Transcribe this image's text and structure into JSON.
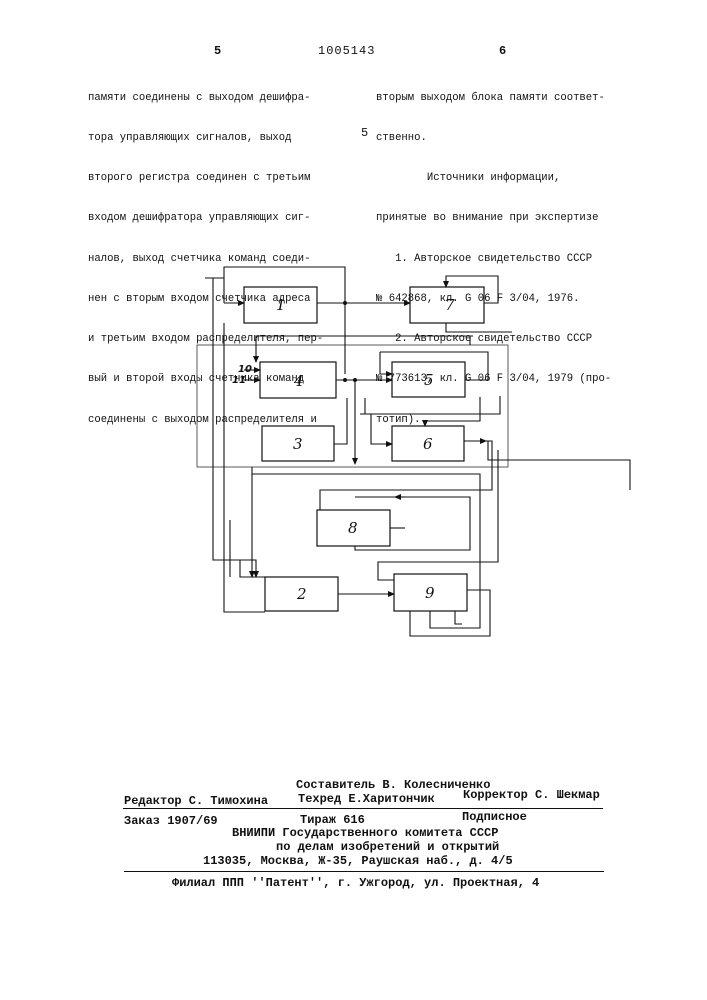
{
  "header": {
    "page_left": "5",
    "patent_number": "1005143",
    "page_right": "6"
  },
  "left_column": [
    "памяти соединены с выходом дешифра-",
    "тора управляющих сигналов, выход",
    "второго регистра соединен с третьим",
    "входом дешифратора управляющих сиг-",
    "налов, выход счетчика команд соеди-",
    "нен с вторым входом счетчика адреса",
    "и третьим входом распределителя, пер-",
    "вый и второй входы счетчика команд",
    "соединены с выходом распределителя и"
  ],
  "margin_number": "5",
  "right_column": [
    "вторым выходом блока памяти соответ-",
    "ственно.",
    "        Источники информации,",
    "принятые во внимание при экспертизе",
    "   1. Авторское свидетельство СССР",
    "№ 642868, кл. G 06 F 3/04, 1976.",
    "   2. Авторское свидетельство СССР",
    "№ 773613, кл. G 06 F 3/04, 1979 (про-",
    "тотип)."
  ],
  "diagram": {
    "blocks": [
      "1",
      "2",
      "3",
      "4",
      "5",
      "6",
      "7",
      "8",
      "9"
    ],
    "inputs": [
      "10",
      "11"
    ]
  },
  "imprint": {
    "compiler": "Составитель В. Колесниченко",
    "editor": "Редактор С. Тимохина",
    "techred": "Техред Е.Харитончик",
    "corrector": "Корректор С. Шекмар",
    "order": "Заказ 1907/69",
    "circulation": "Тираж 616",
    "subscription": "Подписное",
    "org1": "ВНИИПИ Государственного комитета СССР",
    "org2": "по делам изобретений и открытий",
    "address": "113035, Москва, Ж-35, Раушская наб., д. 4/5",
    "branch": "Филиал ППП ''Патент'', г. Ужгород, ул. Проектная, 4"
  }
}
